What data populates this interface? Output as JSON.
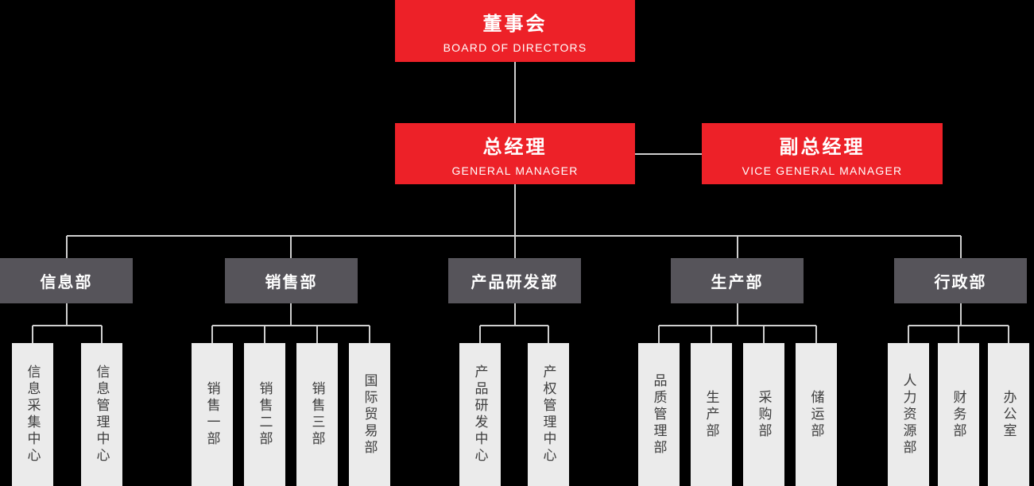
{
  "org": {
    "board": {
      "title": "董事会",
      "subtitle": "BOARD OF DIRECTORS"
    },
    "general_manager": {
      "title": "总经理",
      "subtitle": "GENERAL MANAGER"
    },
    "vice_general_manager": {
      "title": "副总经理",
      "subtitle": "VICE GENERAL MANAGER"
    },
    "departments": [
      {
        "name": "信息部",
        "children": [
          "信息采集中心",
          "信息管理中心"
        ]
      },
      {
        "name": "销售部",
        "children": [
          "销售一部",
          "销售二部",
          "销售三部",
          "国际贸易部"
        ]
      },
      {
        "name": "产品研发部",
        "children": [
          "产品研发中心",
          "产权管理中心"
        ]
      },
      {
        "name": "生产部",
        "children": [
          "品质管理部",
          "生产部",
          "采购部",
          "储运部"
        ]
      },
      {
        "name": "行政部",
        "children": [
          "人力资源部",
          "财务部",
          "办公室"
        ]
      }
    ]
  },
  "colors": {
    "background": "#000000",
    "primary_red": "#ed2128",
    "dept_gray": "#56545a",
    "sub_gray": "#ebebeb",
    "line_gray": "#cfcfcf",
    "text_white": "#ffffff",
    "text_dark": "#3d3d3d"
  }
}
